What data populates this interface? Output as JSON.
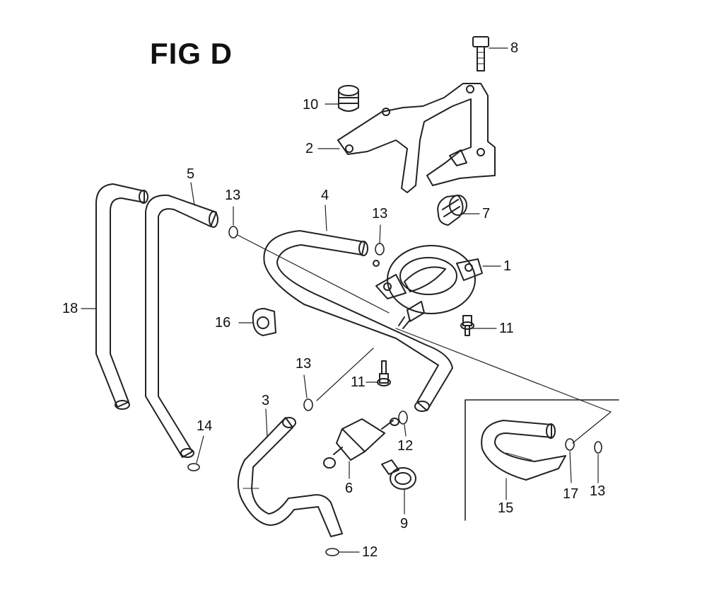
{
  "figure": {
    "title": "FIG D",
    "callouts": [
      {
        "id": "c1",
        "text": "1"
      },
      {
        "id": "c2",
        "text": "2"
      },
      {
        "id": "c3",
        "text": "3"
      },
      {
        "id": "c4",
        "text": "4"
      },
      {
        "id": "c5",
        "text": "5"
      },
      {
        "id": "c6",
        "text": "6"
      },
      {
        "id": "c7",
        "text": "7"
      },
      {
        "id": "c8",
        "text": "8"
      },
      {
        "id": "c9",
        "text": "9"
      },
      {
        "id": "c10",
        "text": "10"
      },
      {
        "id": "c11a",
        "text": "11"
      },
      {
        "id": "c11b",
        "text": "11"
      },
      {
        "id": "c12a",
        "text": "12"
      },
      {
        "id": "c12b",
        "text": "12"
      },
      {
        "id": "c13a",
        "text": "13"
      },
      {
        "id": "c13b",
        "text": "13"
      },
      {
        "id": "c13c",
        "text": "13"
      },
      {
        "id": "c13d",
        "text": "13"
      },
      {
        "id": "c14",
        "text": "14"
      },
      {
        "id": "c15",
        "text": "15"
      },
      {
        "id": "c16",
        "text": "16"
      },
      {
        "id": "c17",
        "text": "17"
      },
      {
        "id": "c18",
        "text": "18"
      }
    ]
  }
}
